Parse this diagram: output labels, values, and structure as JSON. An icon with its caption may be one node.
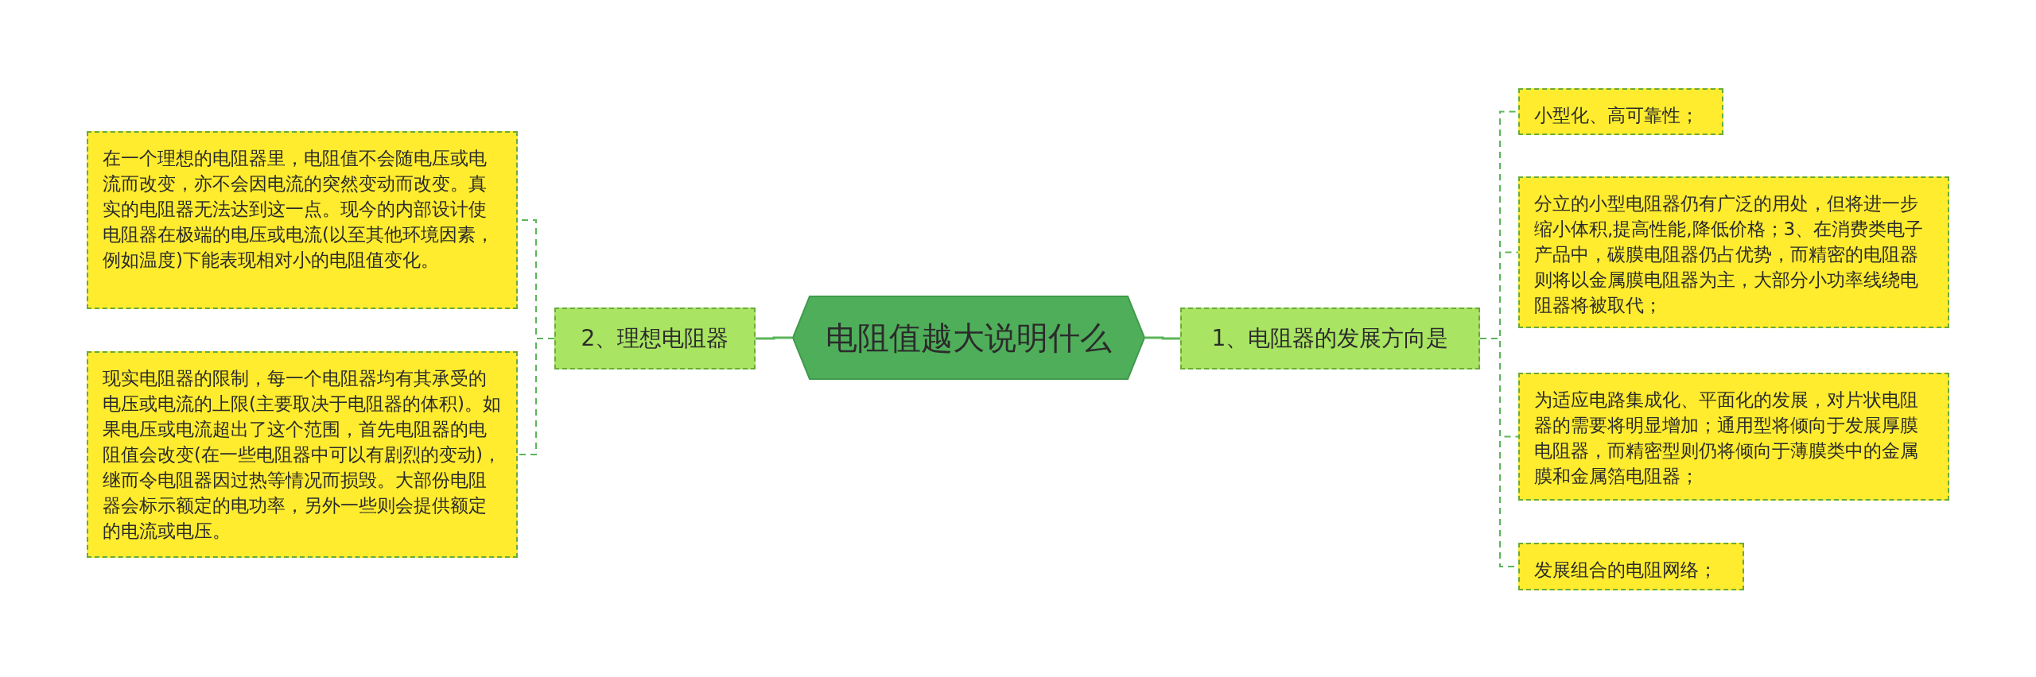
{
  "diagram": {
    "nodes": [
      {
        "text": [
          "电阻值越大说明什么"
        ]
      },
      {
        "text": [
          "2、理想电阻器"
        ]
      },
      {
        "text": [
          "在一个理想的电阻器里，电阻值不会随电压或电流而改变，亦不会因电流的突然变动而改变。真实的电阻器无法达到这一点。现今的内部设计使电阻器在极端的电压或电流(以至其他环境因素，例如温度)下能表现相对小的电阻值变化。"
        ]
      },
      {
        "text": [
          "现实电阻器的限制，每一个电阻器均有其承受的电压或电流的上限(主要取决于电阻器的体积)。如果电压或电流超出了这个范围，首先电阻器的电阻值会改变(在一些电阻器中可以有剧烈的变动)，继而令电阻器因过热等情况而损毁。大部份电阻器会标示额定的电功率，另外一些则会提供额定的电流或电压。"
        ]
      },
      {
        "text": [
          "1、电阻器的发展方向是"
        ]
      },
      {
        "text": [
          "小型化、高可靠性；"
        ]
      },
      {
        "text": [
          "分立的小型电阻器仍有广泛的用处，但将进一步缩小体积,提高性能,降低价格；3、在消费类电子产品中，碳膜电阻器仍占优势，而精密的电阻器则将以金属膜电阻器为主，大部分小功率线绕电阻器将被取代；"
        ]
      },
      {
        "text": [
          "为适应电路集成化、平面化的发展，对片状电阻器的需要将明显增加；通用型将倾向于发展厚膜电阻器，而精密型则仍将倾向于薄膜类中的金属膜和金属箔电阻器；"
        ]
      },
      {
        "text": [
          "发展组合的电阻网络；"
        ]
      }
    ],
    "edges": [
      {
        "from": 0,
        "to": 1,
        "arrow": "none"
      },
      {
        "from": 1,
        "to": 2,
        "arrow": "none",
        "style": "dashed"
      },
      {
        "from": 1,
        "to": 3,
        "arrow": "none",
        "style": "dashed"
      },
      {
        "from": 0,
        "to": 4,
        "arrow": "none"
      },
      {
        "from": 4,
        "to": 5,
        "arrow": "none",
        "style": "dashed"
      },
      {
        "from": 4,
        "to": 6,
        "arrow": "none",
        "style": "dashed"
      },
      {
        "from": 4,
        "to": 7,
        "arrow": "none",
        "style": "dashed"
      },
      {
        "from": 4,
        "to": 8,
        "arrow": "none",
        "style": "dashed"
      }
    ]
  }
}
